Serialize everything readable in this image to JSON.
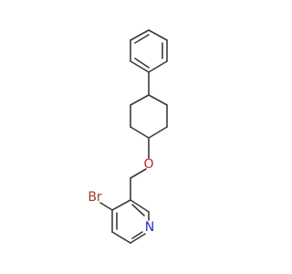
{
  "molecule": {
    "atoms": {
      "oxygen": "O",
      "nitrogen": "N",
      "bromine": "Br"
    },
    "colors": {
      "bond": "#3a3a3a",
      "oxygen": "#d01c1c",
      "nitrogen": "#1f2bd6",
      "bromine": "#9a3a22",
      "background": "#ffffff"
    }
  }
}
